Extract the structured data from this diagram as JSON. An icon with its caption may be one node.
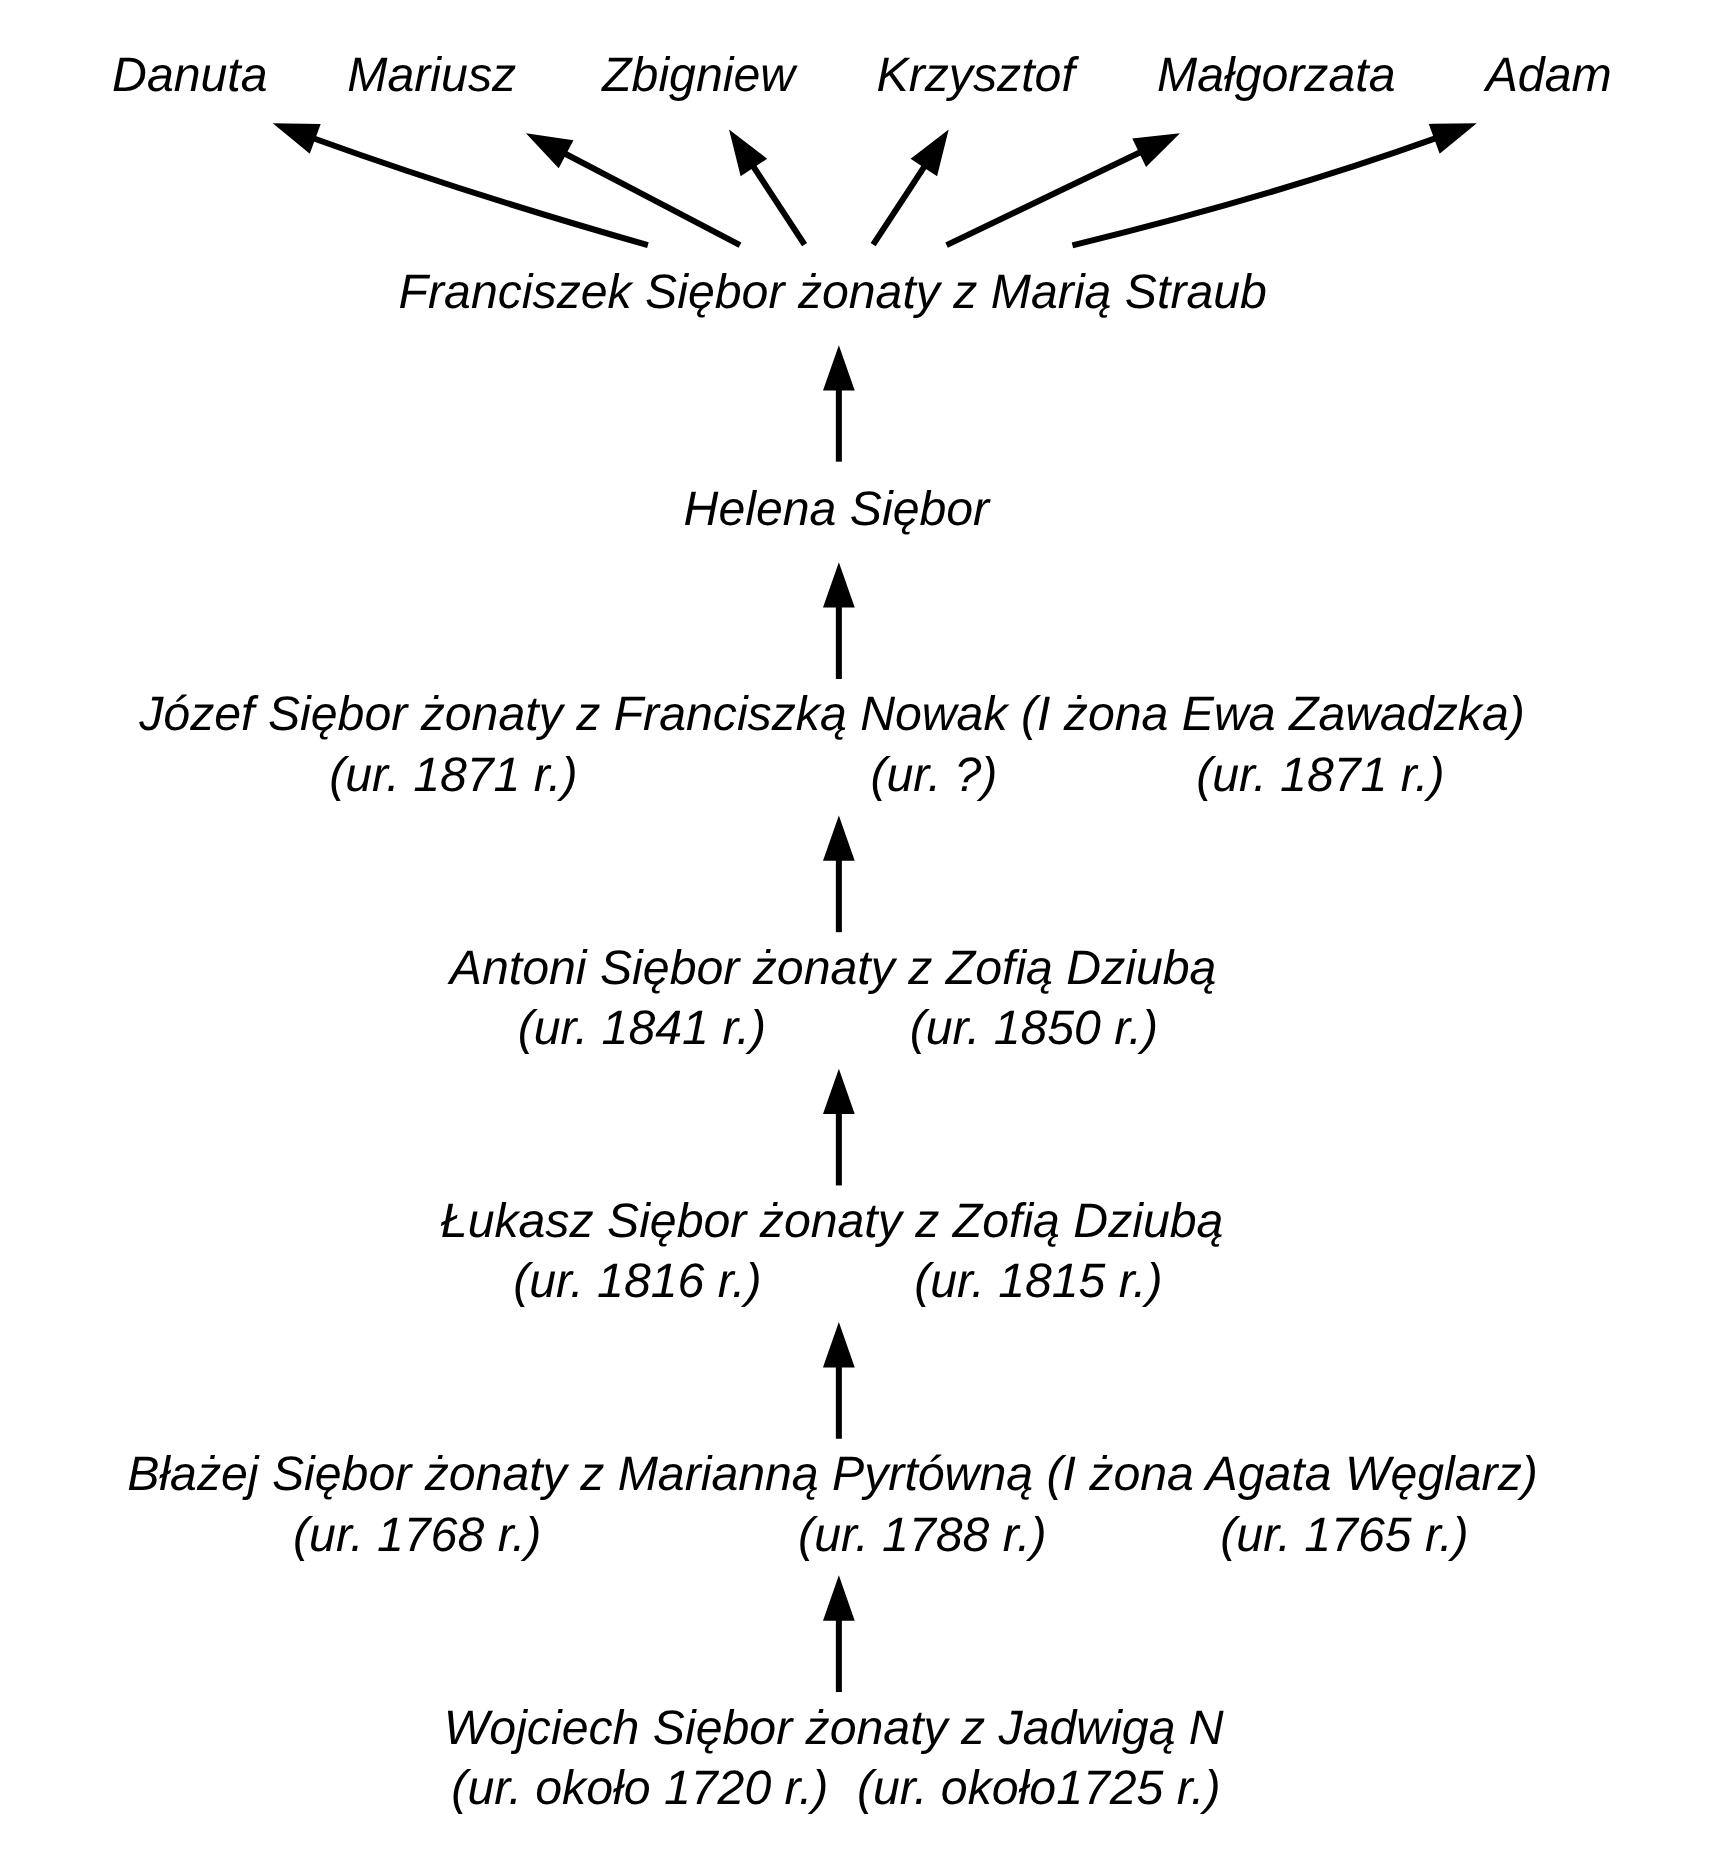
{
  "diagram": {
    "nodes": [
      {
        "text": [
          "Danuta"
        ]
      },
      {
        "text": [
          "Mariusz"
        ]
      },
      {
        "text": [
          "Zbigniew"
        ]
      },
      {
        "text": [
          "Krzysztof"
        ]
      },
      {
        "text": [
          "Małgorzata"
        ]
      },
      {
        "text": [
          "Adam"
        ]
      },
      {
        "text": [
          "Franciszek Siębor żonaty z Marią Straub"
        ]
      },
      {
        "text": [
          "Helena Siębor"
        ]
      },
      {
        "text": [
          "Józef Siębor żonaty z Franciszką Nowak (I żona Ewa Zawadzka)",
          "(ur. 1871 r.)",
          "(ur. ?)",
          "(ur. 1871 r.)"
        ]
      },
      {
        "text": [
          "Antoni Siębor żonaty z Zofią Dziubą",
          "(ur. 1841 r.)",
          "(ur. 1850 r.)"
        ]
      },
      {
        "text": [
          "Łukasz Siębor żonaty z Zofią Dziubą",
          "(ur. 1816 r.)",
          "(ur. 1815 r.)"
        ]
      },
      {
        "text": [
          "Błażej Siębor żonaty z Marianną Pyrtówną (I żona Agata Węglarz)",
          "(ur. 1768 r.)",
          "(ur. 1788 r.)",
          "(ur. 1765 r.)"
        ]
      },
      {
        "text": [
          "Wojciech Siębor żonaty z Jadwigą N",
          "(ur. około 1720 r.)",
          "(ur. około1725 r.)"
        ]
      }
    ],
    "edges": [
      {
        "from": 6,
        "to": 0,
        "arrow": "to"
      },
      {
        "from": 6,
        "to": 1,
        "arrow": "to"
      },
      {
        "from": 6,
        "to": 2,
        "arrow": "to"
      },
      {
        "from": 6,
        "to": 3,
        "arrow": "to"
      },
      {
        "from": 6,
        "to": 4,
        "arrow": "to"
      },
      {
        "from": 6,
        "to": 5,
        "arrow": "to"
      },
      {
        "from": 7,
        "to": 6,
        "arrow": "to"
      },
      {
        "from": 8,
        "to": 7,
        "arrow": "to"
      },
      {
        "from": 9,
        "to": 8,
        "arrow": "to"
      },
      {
        "from": 10,
        "to": 9,
        "arrow": "to"
      },
      {
        "from": 11,
        "to": 10,
        "arrow": "to"
      },
      {
        "from": 12,
        "to": 11,
        "arrow": "to"
      }
    ]
  }
}
